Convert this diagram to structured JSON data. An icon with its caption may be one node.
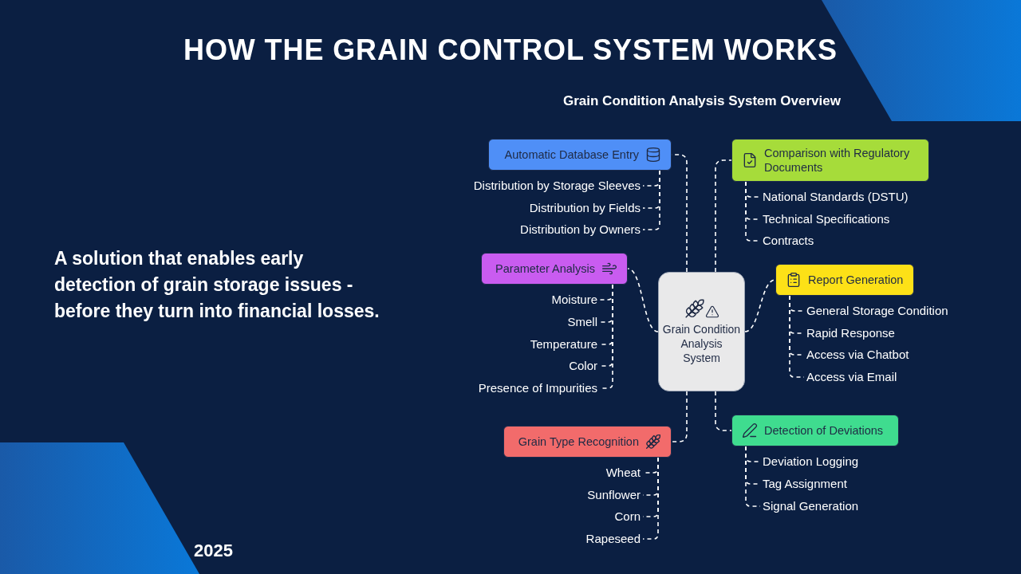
{
  "diagram": {
    "title": "HOW THE GRAIN CONTROL SYSTEM WORKS",
    "nodes": [
      {
        "text": [
          "Grain Condition Analysis System"
        ]
      },
      {
        "text": [
          "Automatic Database Entry"
        ]
      },
      {
        "text": [
          "Distribution by Storage Sleeves"
        ]
      },
      {
        "text": [
          "Distribution by Fields"
        ]
      },
      {
        "text": [
          "Distribution by Owners"
        ]
      },
      {
        "text": [
          "Parameter Analysis"
        ]
      },
      {
        "text": [
          "Moisture"
        ]
      },
      {
        "text": [
          "Smell"
        ]
      },
      {
        "text": [
          "Temperature"
        ]
      },
      {
        "text": [
          "Color"
        ]
      },
      {
        "text": [
          "Presence of Impurities"
        ]
      },
      {
        "text": [
          "Grain Type Recognition"
        ]
      },
      {
        "text": [
          "Wheat"
        ]
      },
      {
        "text": [
          "Sunflower"
        ]
      },
      {
        "text": [
          "Corn"
        ]
      },
      {
        "text": [
          "Rapeseed"
        ]
      },
      {
        "text": [
          "Comparison with Regulatory Documents"
        ]
      },
      {
        "text": [
          "National Standards (DSTU)"
        ]
      },
      {
        "text": [
          "Technical Specifications"
        ]
      },
      {
        "text": [
          "Contracts"
        ]
      },
      {
        "text": [
          "Report Generation"
        ]
      },
      {
        "text": [
          "General Storage Condition"
        ]
      },
      {
        "text": [
          "Rapid Response"
        ]
      },
      {
        "text": [
          "Access via Chatbot"
        ]
      },
      {
        "text": [
          "Access via Email"
        ]
      },
      {
        "text": [
          "Detection of Deviations"
        ]
      },
      {
        "text": [
          "Deviation Logging"
        ]
      },
      {
        "text": [
          "Tag Assignment"
        ]
      },
      {
        "text": [
          "Signal Generation"
        ]
      }
    ],
    "edges": [
      {
        "from": 0,
        "to": 1,
        "arrow": "none",
        "style": "dashed"
      },
      {
        "from": 1,
        "to": 2,
        "arrow": "none",
        "style": "dashed"
      },
      {
        "from": 1,
        "to": 3,
        "arrow": "none",
        "style": "dashed"
      },
      {
        "from": 1,
        "to": 4,
        "arrow": "none",
        "style": "dashed"
      },
      {
        "from": 0,
        "to": 5,
        "arrow": "none",
        "style": "dashed"
      },
      {
        "from": 5,
        "to": 6,
        "arrow": "none",
        "style": "dashed"
      },
      {
        "from": 5,
        "to": 7,
        "arrow": "none",
        "style": "dashed"
      },
      {
        "from": 5,
        "to": 8,
        "arrow": "none",
        "style": "dashed"
      },
      {
        "from": 5,
        "to": 9,
        "arrow": "none",
        "style": "dashed"
      },
      {
        "from": 5,
        "to": 10,
        "arrow": "none",
        "style": "dashed"
      },
      {
        "from": 0,
        "to": 11,
        "arrow": "none",
        "style": "dashed"
      },
      {
        "from": 11,
        "to": 12,
        "arrow": "none",
        "style": "dashed"
      },
      {
        "from": 11,
        "to": 13,
        "arrow": "none",
        "style": "dashed"
      },
      {
        "from": 11,
        "to": 14,
        "arrow": "none",
        "style": "dashed"
      },
      {
        "from": 11,
        "to": 15,
        "arrow": "none",
        "style": "dashed"
      },
      {
        "from": 0,
        "to": 16,
        "arrow": "none",
        "style": "dashed"
      },
      {
        "from": 16,
        "to": 17,
        "arrow": "none",
        "style": "dashed"
      },
      {
        "from": 16,
        "to": 18,
        "arrow": "none",
        "style": "dashed"
      },
      {
        "from": 16,
        "to": 19,
        "arrow": "none",
        "style": "dashed"
      },
      {
        "from": 0,
        "to": 20,
        "arrow": "none",
        "style": "dashed"
      },
      {
        "from": 20,
        "to": 21,
        "arrow": "none",
        "style": "dashed"
      },
      {
        "from": 20,
        "to": 22,
        "arrow": "none",
        "style": "dashed"
      },
      {
        "from": 20,
        "to": 23,
        "arrow": "none",
        "style": "dashed"
      },
      {
        "from": 20,
        "to": 24,
        "arrow": "none",
        "style": "dashed"
      },
      {
        "from": 0,
        "to": 25,
        "arrow": "none",
        "style": "dashed"
      },
      {
        "from": 25,
        "to": 26,
        "arrow": "none",
        "style": "dashed"
      },
      {
        "from": 25,
        "to": 27,
        "arrow": "none",
        "style": "dashed"
      },
      {
        "from": 25,
        "to": 28,
        "arrow": "none",
        "style": "dashed"
      }
    ],
    "labels": [
      "Grain Condition Analysis System Overview",
      "A solution that enables early detection of grain storage issues - before they turn into financial losses.",
      "2025"
    ]
  }
}
